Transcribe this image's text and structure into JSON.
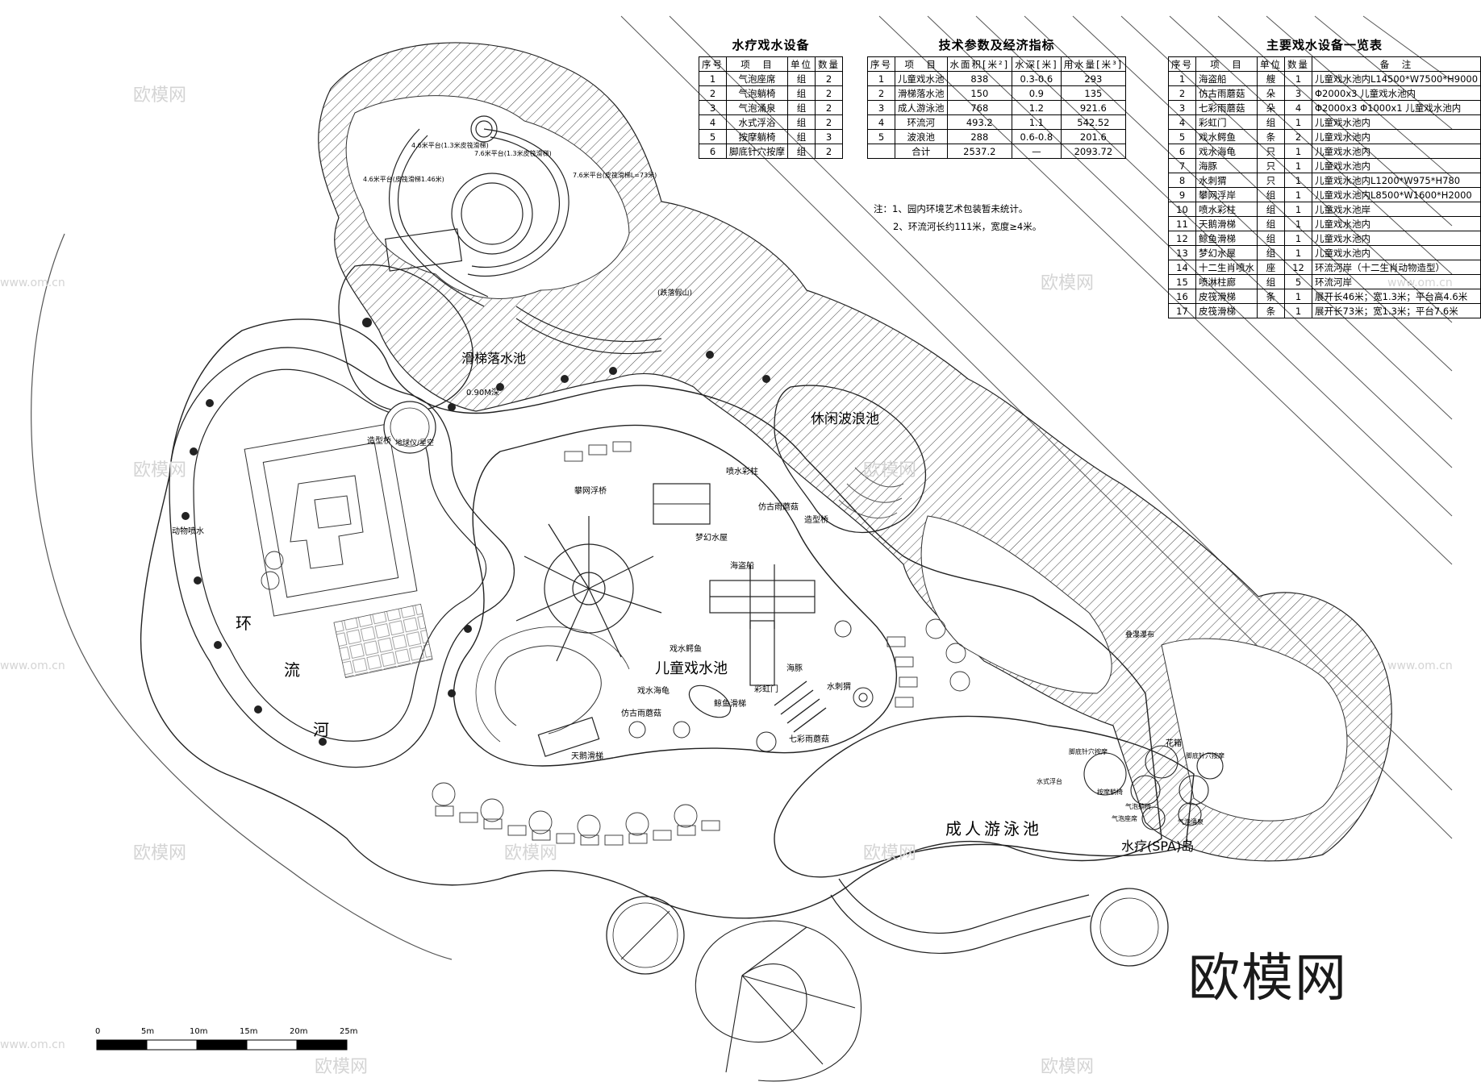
{
  "labels": {
    "slide_pool": "滑梯落水池",
    "wave_pool": "休闲波浪池",
    "kids_pool": "儿童戏水池",
    "adult_pool": "成人游泳池",
    "spa_island": "水疗(SPA)岛",
    "lazy_river": [
      "环",
      "流",
      "河"
    ],
    "bridge1": "造型桥",
    "bridge2": "造型桥",
    "globe": "地球仪/星空",
    "depth": "0.90M深",
    "animal_fountain": "动物喷水",
    "spray_column": "喷水彩柱",
    "climb_float": "攀网浮桥",
    "mushroom1": "仿古雨蘑菇",
    "dream_house": "梦幻水屋",
    "pirate_ship": "海盗船",
    "crocodile": "戏水鳄鱼",
    "kids_title": "儿童戏水池",
    "dolphin": "海豚",
    "walrus": "水刺猬",
    "turtle": "戏水海龟",
    "mushroom2": "仿古雨蘑菇",
    "whale_slide": "鲸鱼滑梯",
    "rainbow_gate": "彩虹门",
    "color_mushroom": "七彩雨蘑菇",
    "swan_slide": "天鹅滑梯",
    "cascade": "叠瀑瀑布",
    "rockery": "(跌落假山)",
    "spa_foot": "脚底针穴按摩",
    "spa_bed": "按摩躺椅",
    "spa_float": "水式浮台",
    "spa_bubble": "气泡躺椅",
    "spa_seat": "气泡座席",
    "spa_flower": "花箱",
    "spa_foot2": "脚底针穴按摩",
    "spa_spring": "气泡涌泉",
    "slide_a": "4.6米平台(1.3米皮筏滑梯)",
    "slide_b": "7.6米平台(1.3米皮筏滑梯)",
    "slide_c": "4.6米平台(皮筏滑梯1.46米)",
    "slide_d": "7.6米平台(皮筏滑梯L=73米)"
  },
  "scale_bar": {
    "ticks": [
      "0",
      "5m",
      "10m",
      "15m",
      "20m",
      "25m"
    ]
  },
  "watermark": "欧模网",
  "watermark_small": "欧模网",
  "watermark_url": "www.om.cn",
  "brand": "欧模网",
  "notes": [
    "注：1、园内环境艺术包装暂未统计。",
    "2、环流河长约111米，宽度≥4米。"
  ],
  "table_spa": {
    "title": "水疗戏水设备",
    "headers": [
      "序号",
      "项　目",
      "单位",
      "数量"
    ],
    "rows": [
      [
        "1",
        "气泡座席",
        "组",
        "2"
      ],
      [
        "2",
        "气泡躺椅",
        "组",
        "2"
      ],
      [
        "3",
        "气泡涌泉",
        "组",
        "2"
      ],
      [
        "4",
        "水式浮浴",
        "组",
        "2"
      ],
      [
        "5",
        "按摩躺椅",
        "组",
        "3"
      ],
      [
        "6",
        "脚底针穴按摩",
        "组",
        "2"
      ]
    ]
  },
  "table_tech": {
    "title": "技术参数及经济指标",
    "headers": [
      "序号",
      "项　目",
      "水面积[米²]",
      "水深[米]",
      "用水量[米³]"
    ],
    "rows": [
      [
        "1",
        "儿童戏水池",
        "838",
        "0.3-0.6",
        "293"
      ],
      [
        "2",
        "滑梯落水池",
        "150",
        "0.9",
        "135"
      ],
      [
        "3",
        "成人游泳池",
        "768",
        "1.2",
        "921.6"
      ],
      [
        "4",
        "环流河",
        "493.2",
        "1.1",
        "542.52"
      ],
      [
        "5",
        "波浪池",
        "288",
        "0.6-0.8",
        "201.6"
      ],
      [
        "",
        "合计",
        "2537.2",
        "—",
        "2093.72"
      ]
    ]
  },
  "table_main": {
    "title": "主要戏水设备一览表",
    "headers": [
      "序号",
      "项　目",
      "单位",
      "数量",
      "备　注"
    ],
    "rows": [
      [
        "1",
        "海盗船",
        "艘",
        "1",
        "儿童戏水池内L14500*W7500*H9000"
      ],
      [
        "2",
        "仿古雨蘑菇",
        "朵",
        "3",
        "Φ2000x3 儿童戏水池内"
      ],
      [
        "3",
        "七彩雨蘑菇",
        "朵",
        "4",
        "Φ2000x3 Φ1000x1 儿童戏水池内"
      ],
      [
        "4",
        "彩虹门",
        "组",
        "1",
        "儿童戏水池内"
      ],
      [
        "5",
        "戏水鳄鱼",
        "条",
        "2",
        "儿童戏水池内"
      ],
      [
        "6",
        "戏水海龟",
        "只",
        "1",
        "儿童戏水池内"
      ],
      [
        "7",
        "海豚",
        "只",
        "1",
        "儿童戏水池内"
      ],
      [
        "8",
        "水刺猬",
        "只",
        "1",
        "儿童戏水池内L1200*W975*H780"
      ],
      [
        "9",
        "攀网浮岸",
        "组",
        "1",
        "儿童戏水池内L8500*W1600*H2000"
      ],
      [
        "10",
        "喷水彩柱",
        "组",
        "1",
        "儿童戏水池岸"
      ],
      [
        "11",
        "天鹅滑梯",
        "组",
        "1",
        "儿童戏水池内"
      ],
      [
        "12",
        "鲸鱼滑梯",
        "组",
        "1",
        "儿童戏水池内"
      ],
      [
        "13",
        "梦幻水屋",
        "组",
        "1",
        "儿童戏水池内"
      ],
      [
        "14",
        "十二生肖喷水",
        "座",
        "12",
        "环流河岸（十二生肖动物造型）"
      ],
      [
        "15",
        "喷淋柱廊",
        "组",
        "5",
        "环流河岸"
      ],
      [
        "16",
        "皮筏滑梯",
        "条",
        "1",
        "展开长46米；宽1.3米；平台高4.6米"
      ],
      [
        "17",
        "皮筏滑梯",
        "条",
        "1",
        "展开长73米；宽1.3米；平台7.6米"
      ]
    ]
  }
}
